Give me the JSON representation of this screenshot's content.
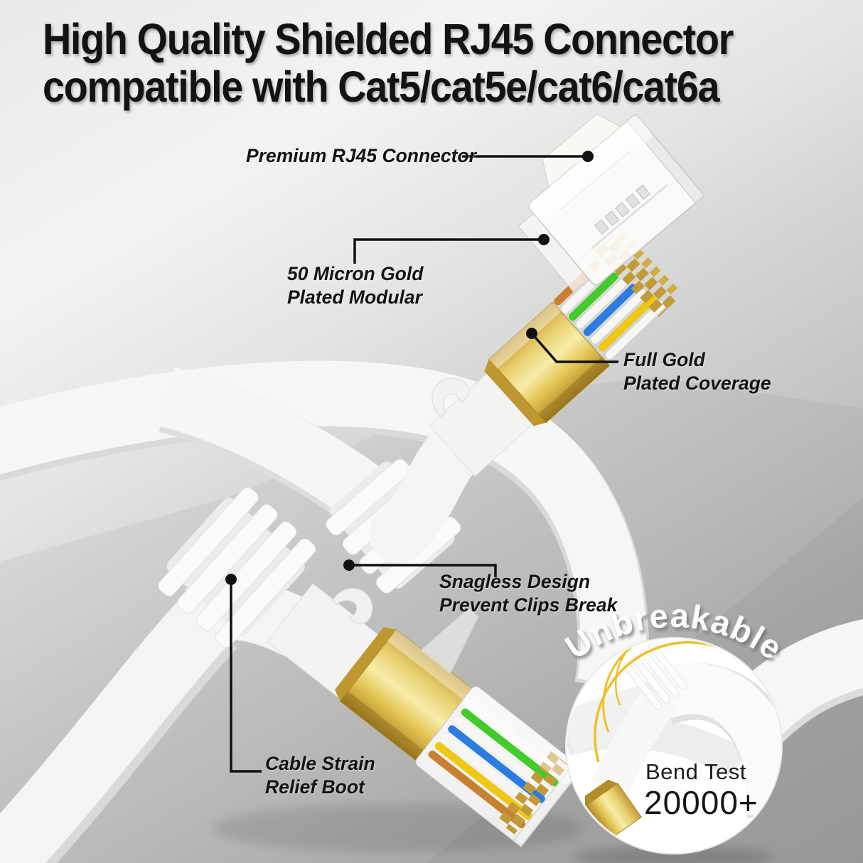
{
  "title": {
    "line1": "High Quality Shielded RJ45 Connector",
    "line2": "compatible with Cat5/cat5e/cat6/cat6a"
  },
  "callouts": {
    "premium_rj45": {
      "text": "Premium RJ45 Connector"
    },
    "gold_modular": {
      "line1": "50 Micron Gold",
      "line2": "Plated Modular"
    },
    "gold_coverage": {
      "line1": "Full Gold",
      "line2": "Plated Coverage"
    },
    "snagless": {
      "line1": "Snagless Design",
      "line2": "Prevent Clips Break"
    },
    "strain_relief": {
      "line1": "Cable Strain",
      "line2": "Relief Boot"
    }
  },
  "badge": {
    "arc_text": "Unbreakable",
    "title": "Bend Test",
    "value": "20000+"
  },
  "colors": {
    "wire_orange": "#c8802f",
    "wire_white": "#f6f6f4",
    "wire_green": "#43ca2b",
    "wire_blue": "#2d7ce0",
    "wire_yellow": "#f0c714",
    "gold": "#d9b545",
    "cable_white": "#f7f7f5",
    "leader_line": "#111111",
    "bend_arc_yellow": "#eebf2a",
    "badge_bg": "#ffffff"
  }
}
